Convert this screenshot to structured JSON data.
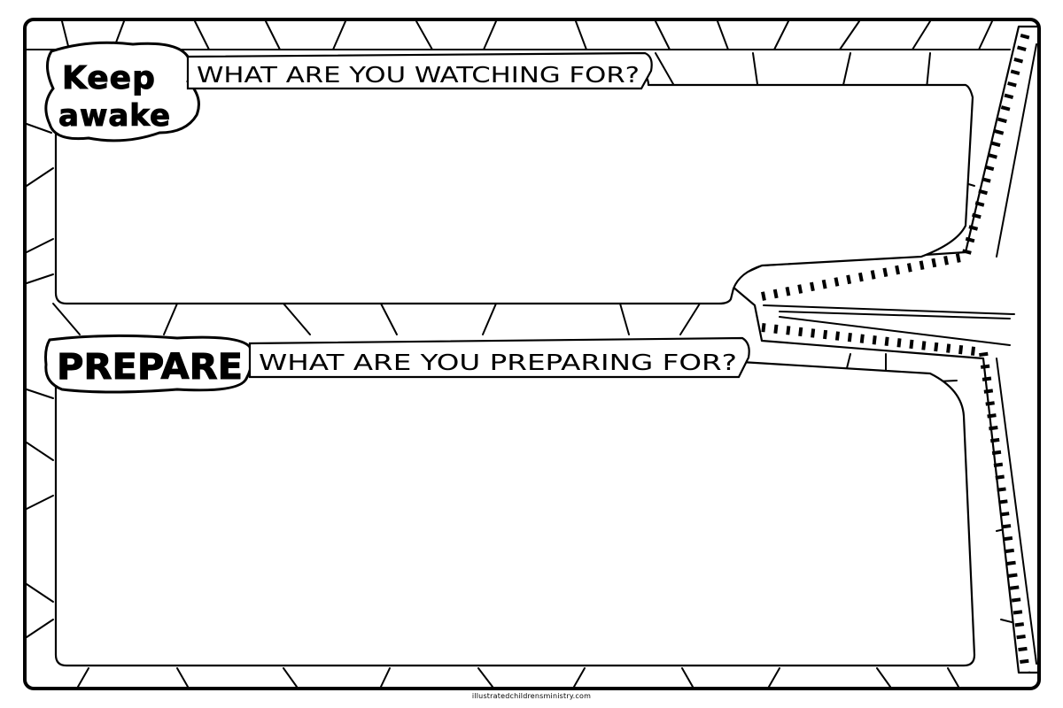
{
  "sections": [
    {
      "title_lines": [
        "Keep",
        "awake"
      ],
      "question": "WHAT ARE YOU WATCHING FOR?"
    },
    {
      "title_lines": [
        "PREPARE"
      ],
      "question": "WHAT ARE YOU PREPARING FOR?"
    }
  ],
  "footer": "illustratedchildrensministry.com"
}
